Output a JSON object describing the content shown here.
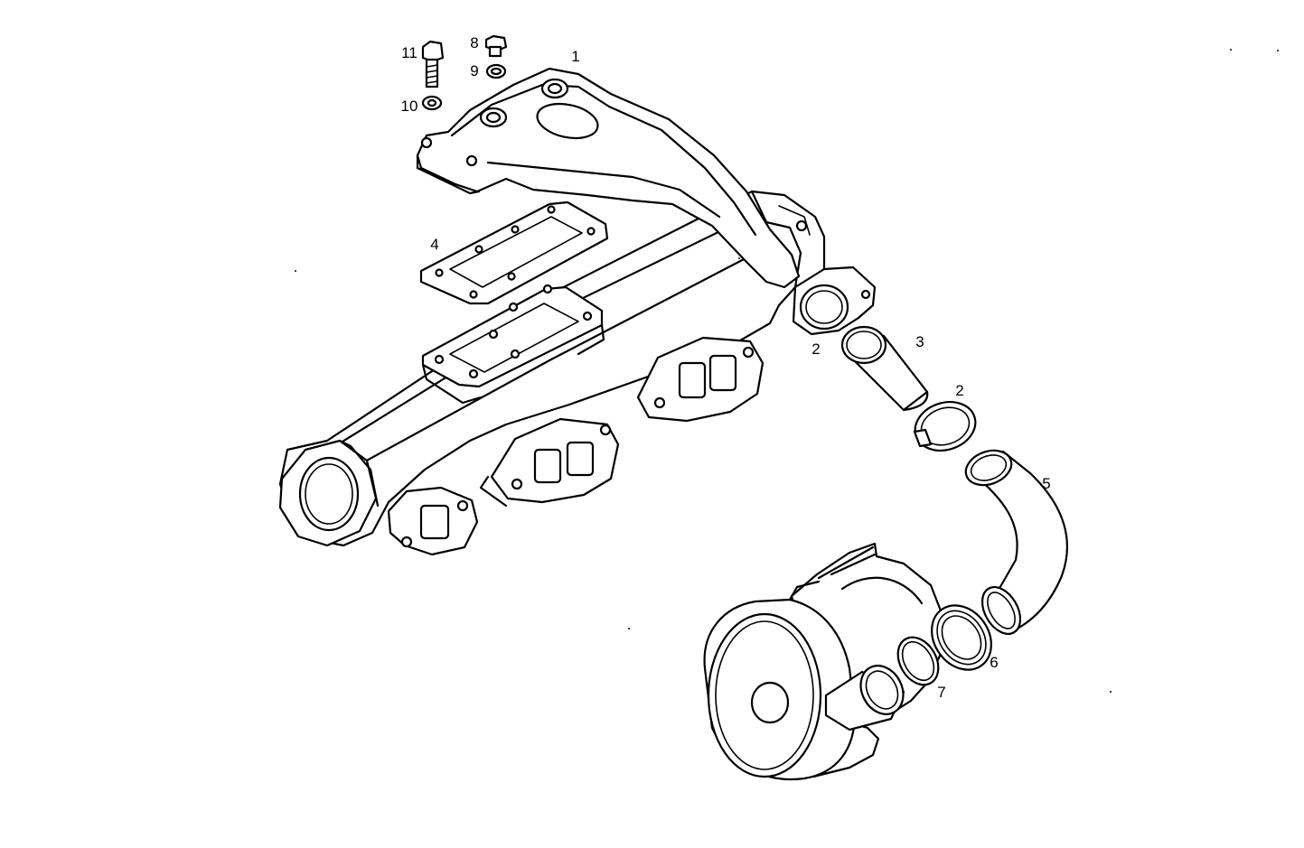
{
  "diagram": {
    "type": "exploded parts diagram",
    "line_color": "#000000",
    "background": "#ffffff",
    "callouts": {
      "c1": "1",
      "c2a": "2",
      "c2b": "2",
      "c3": "3",
      "c4": "4",
      "c5": "5",
      "c6": "6",
      "c7": "7",
      "c8": "8",
      "c9": "9",
      "c10": "10",
      "c11": "11"
    }
  }
}
